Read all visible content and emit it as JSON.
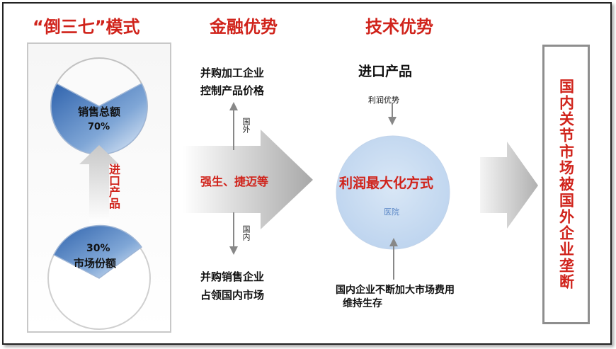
{
  "headers": {
    "model": "“倒三七”模式",
    "finance": "金融优势",
    "tech": "技术优势"
  },
  "left_panel": {
    "sales_label": "销售总额",
    "sales_pct": "70%",
    "import_label": "进口产品",
    "market_pct": "30%",
    "market_label": "市场份额"
  },
  "finance": {
    "top_line1": "并购加工企业",
    "top_line2": "控制产品价格",
    "up_label": "国外",
    "arrow_label": "强生、捷迈等",
    "down_label": "国内",
    "bottom_line1": "并购销售企业",
    "bottom_line2": "占领国内市场"
  },
  "tech": {
    "import_products": "进口产品",
    "profit_advantage": "利润优势",
    "circle_title": "利润最大化方式",
    "circle_sub": "医院",
    "bottom_line1": "国内企业不断加大市场费用",
    "bottom_line2": "维持生存"
  },
  "result": {
    "text": "国内关节市场被国外企业垄断"
  },
  "colors": {
    "accent_red": "#d0231b",
    "pie_blue": "#4f7fbf",
    "circle_blue": "#c9dcf1"
  }
}
